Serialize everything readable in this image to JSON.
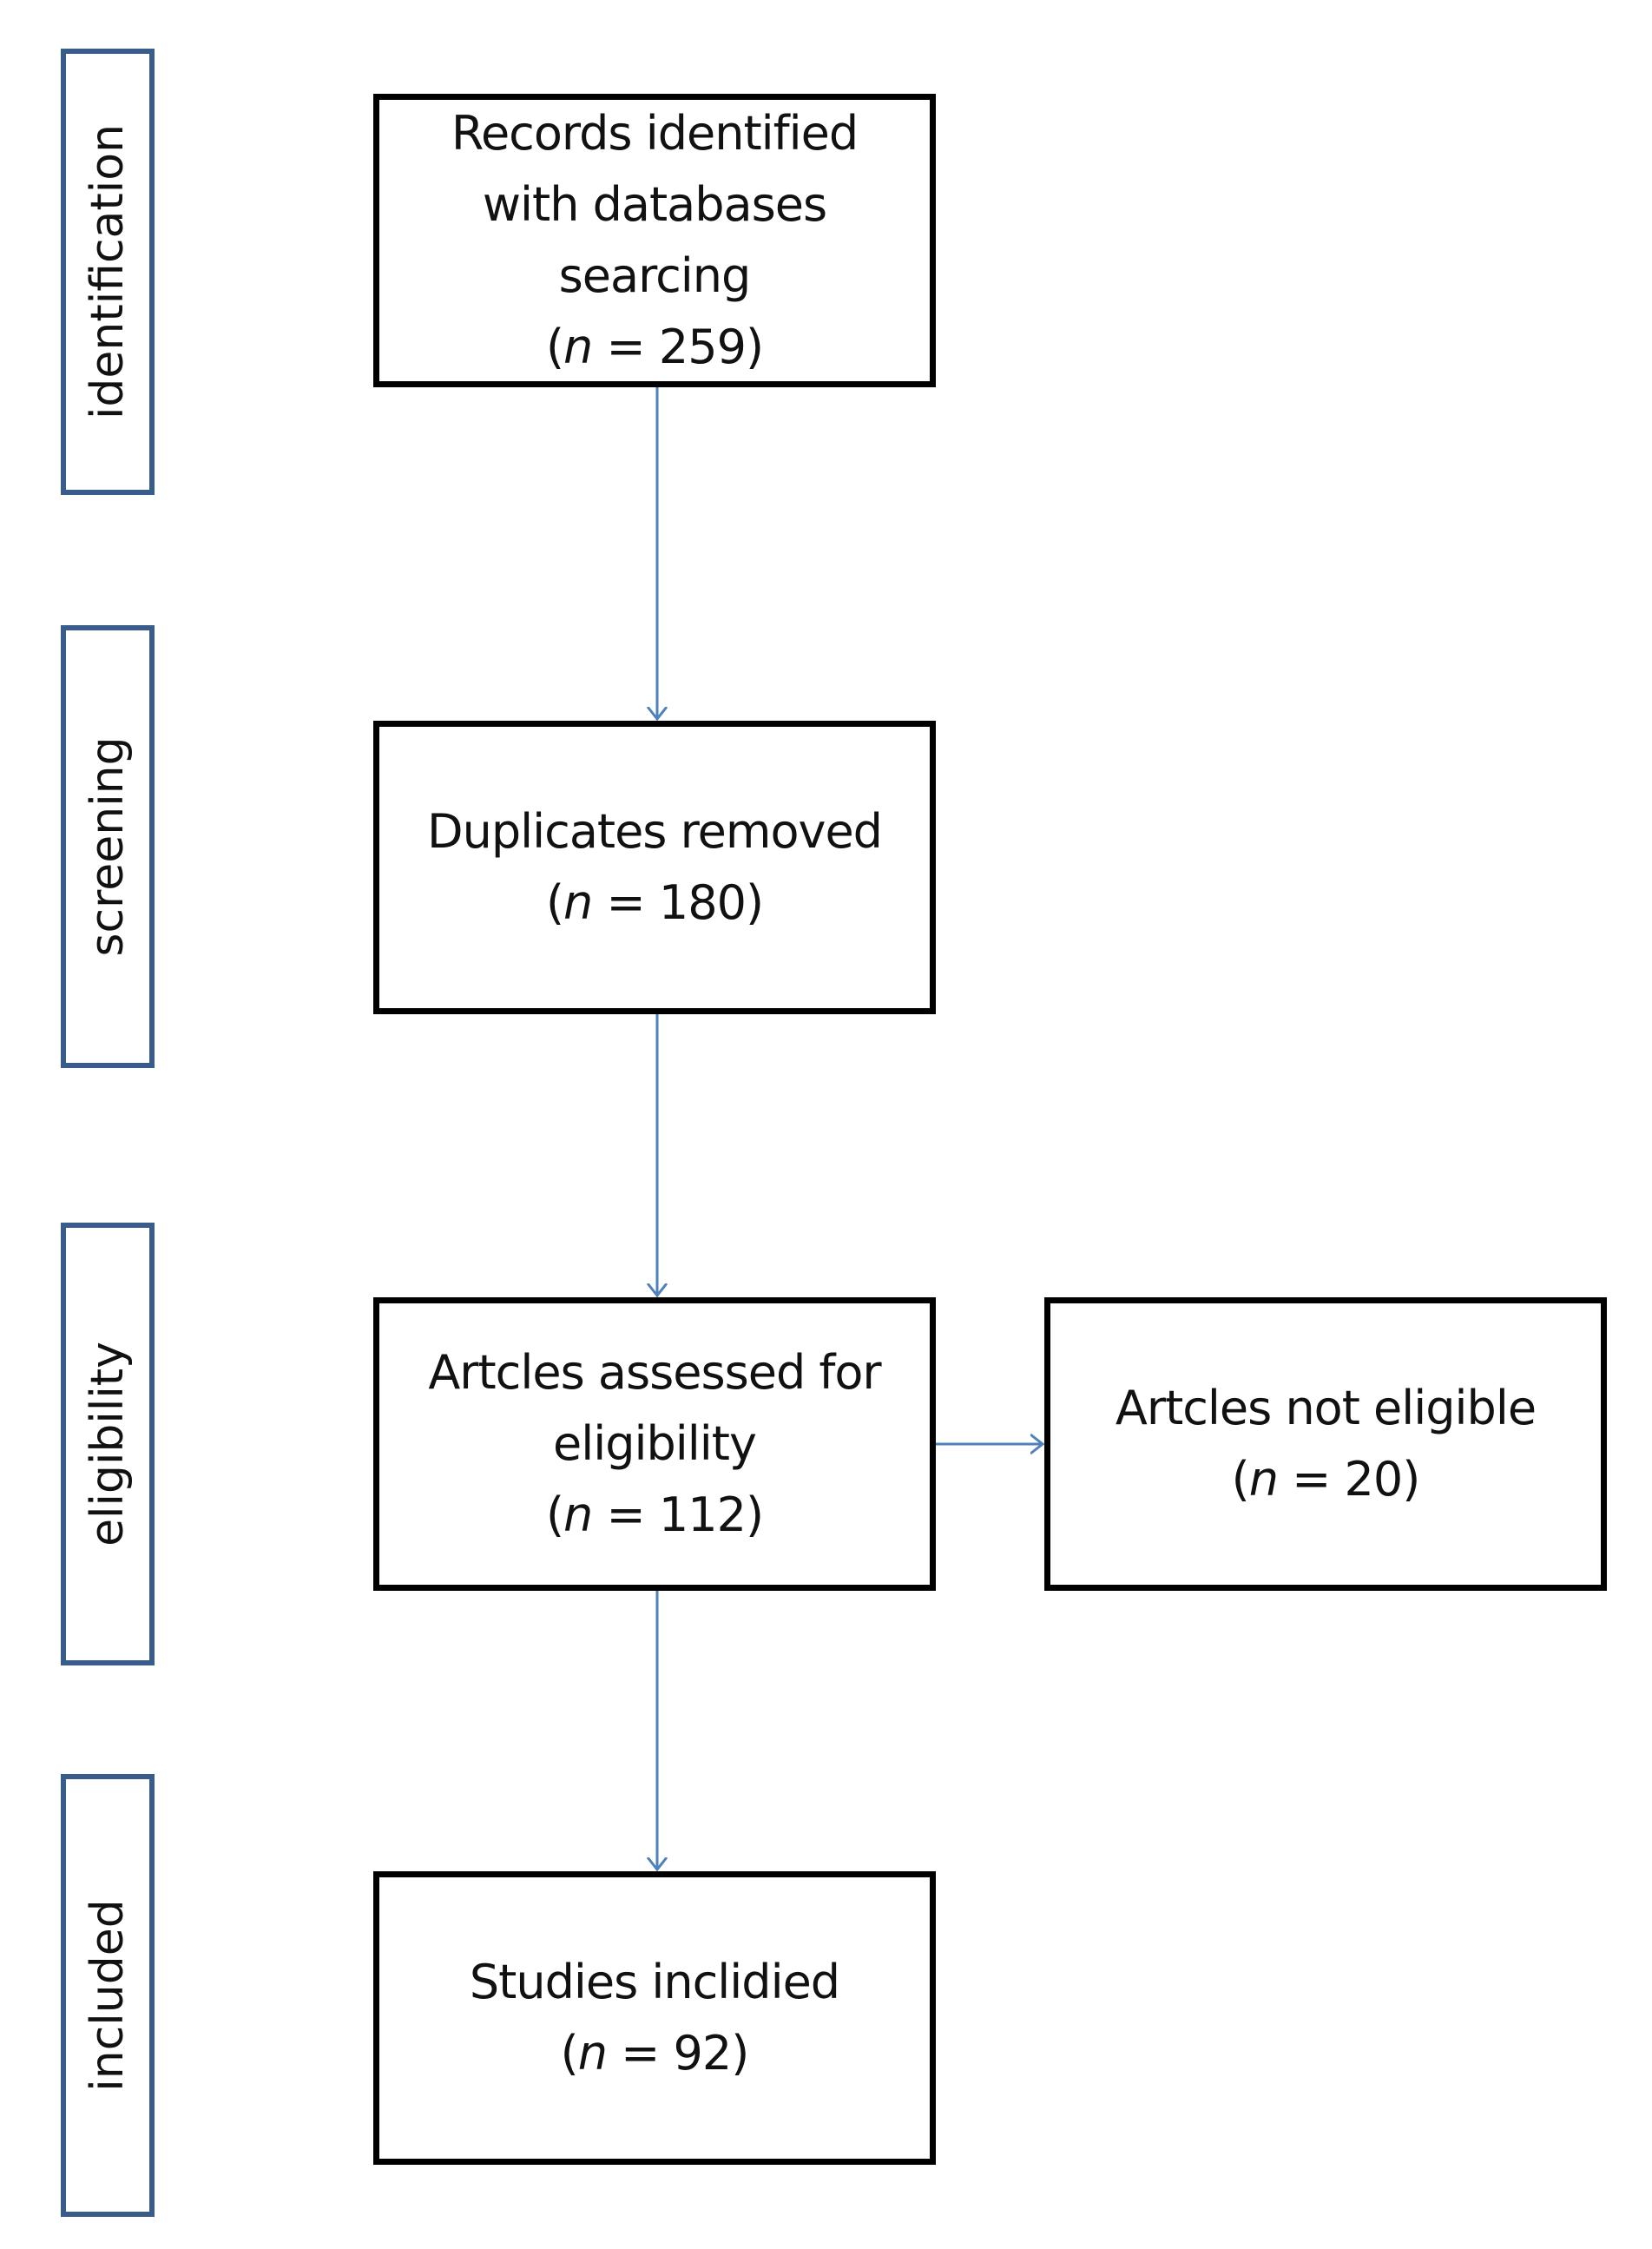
{
  "stages": [
    {
      "id": "identification",
      "label": "identification"
    },
    {
      "id": "screening",
      "label": "screening"
    },
    {
      "id": "eligibility",
      "label": "eligibility"
    },
    {
      "id": "included",
      "label": "included"
    }
  ],
  "boxes": {
    "records": {
      "text": "Records identified\nwith databases\nsearcing",
      "n": "259"
    },
    "duplicates": {
      "text": "Duplicates removed",
      "n": "180"
    },
    "assessed": {
      "text": "Artcles assessed for\neligibility",
      "n": "112"
    },
    "not_eligible": {
      "text": "Artcles not eligible",
      "n": "20"
    },
    "included": {
      "text": "Studies inclidied",
      "n": "92"
    }
  },
  "count_template": {
    "open": "(",
    "var": "n",
    "eq": " = ",
    "close": ")"
  },
  "colors": {
    "stage_border": "#385d8a",
    "arrow": "#4f81bd",
    "box_border": "#000000",
    "text": "#111111"
  }
}
